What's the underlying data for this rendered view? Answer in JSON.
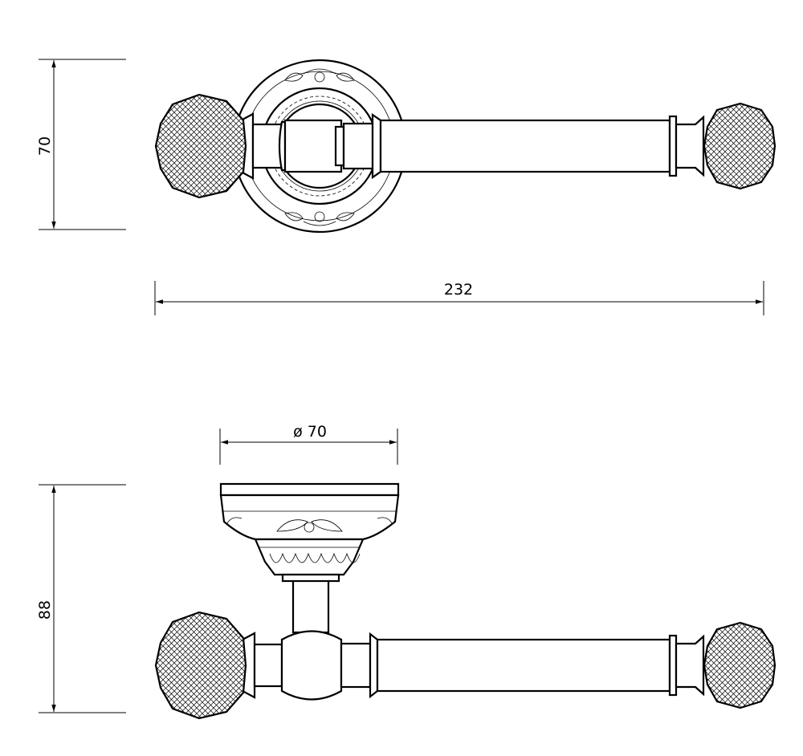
{
  "dimensions": {
    "top_height": "70",
    "total_length": "232",
    "diameter": "ø 70",
    "side_height": "88"
  },
  "colors": {
    "line": "#000000",
    "background": "#ffffff"
  }
}
